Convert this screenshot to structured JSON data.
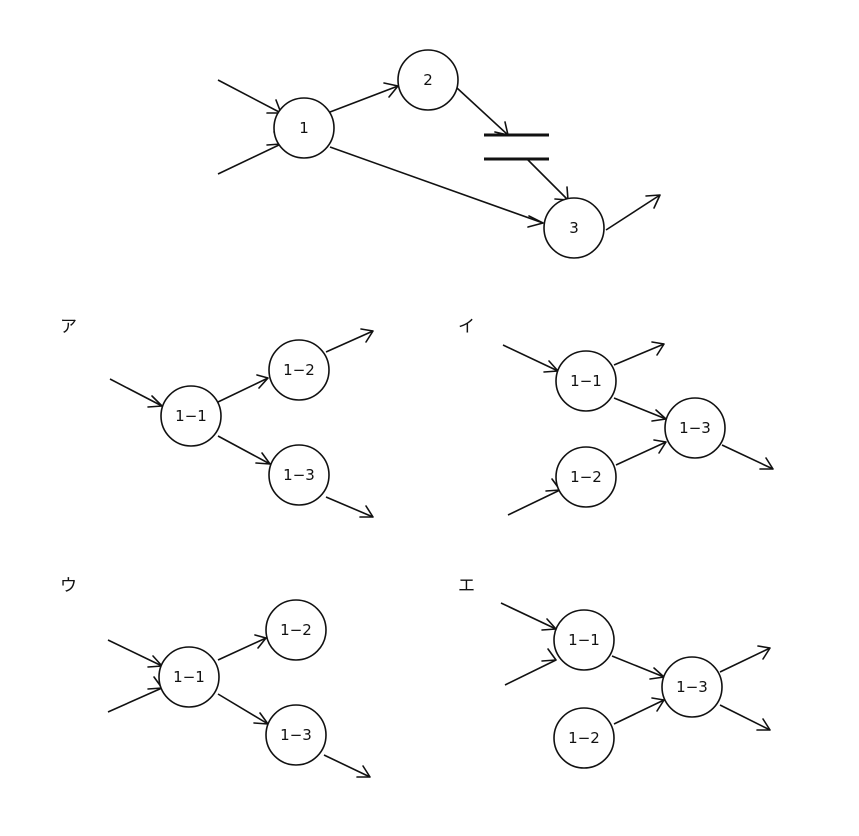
{
  "main_diagram": {
    "nodes": [
      {
        "id": "n1",
        "label": "1"
      },
      {
        "id": "n2",
        "label": "2"
      },
      {
        "id": "n3",
        "label": "3"
      }
    ]
  },
  "options": [
    {
      "label": "ア",
      "nodes": [
        "1−1",
        "1−2",
        "1−3"
      ]
    },
    {
      "label": "イ",
      "nodes": [
        "1−1",
        "1−2",
        "1−3"
      ]
    },
    {
      "label": "ウ",
      "nodes": [
        "1−1",
        "1−2",
        "1−3"
      ]
    },
    {
      "label": "エ",
      "nodes": [
        "1−1",
        "1−2",
        "1−3"
      ]
    }
  ]
}
